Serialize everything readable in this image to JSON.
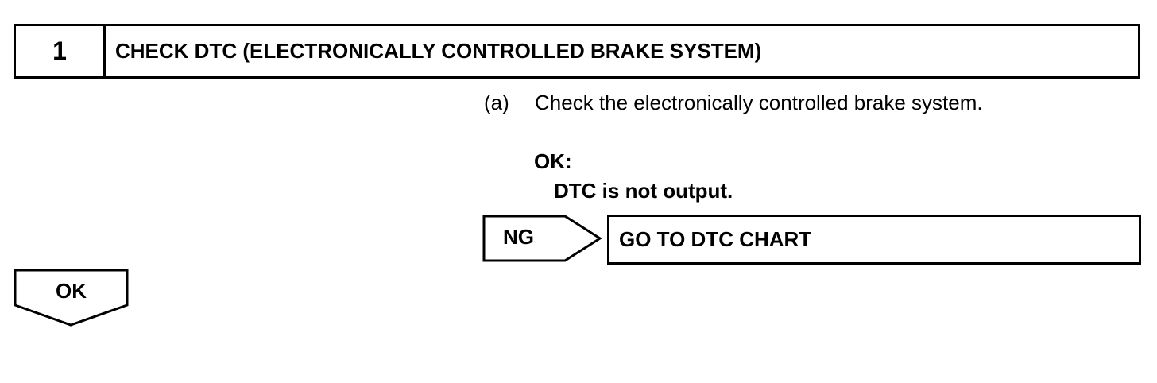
{
  "step": {
    "number": "1",
    "title": "CHECK DTC (ELECTRONICALLY CONTROLLED BRAKE SYSTEM)"
  },
  "instruction": {
    "marker": "(a)",
    "text": "Check the electronically controlled brake system."
  },
  "ok_condition": {
    "label": "OK:",
    "text": "DTC is not output."
  },
  "ng_branch": {
    "label": "NG",
    "action": "GO TO DTC CHART"
  },
  "ok_branch": {
    "label": "OK"
  }
}
